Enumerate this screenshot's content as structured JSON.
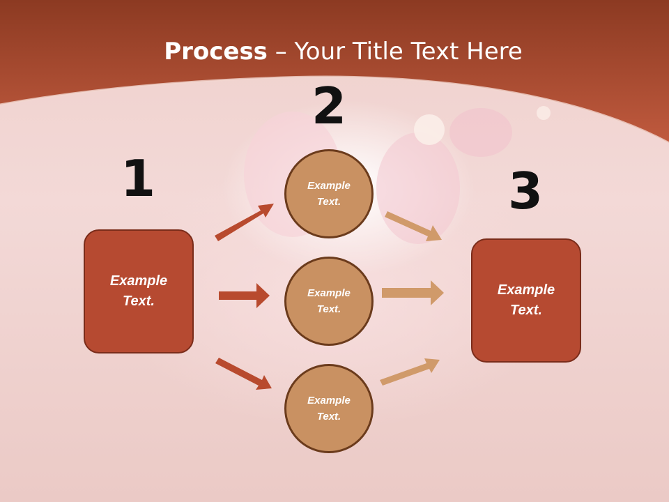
{
  "slide": {
    "title_bold": "Process",
    "title_rest": " – Your Title Text Here"
  },
  "steps": {
    "one": "1",
    "two": "2",
    "three": "3"
  },
  "left_box": {
    "label": "Example Text."
  },
  "right_box": {
    "label": "Example Text."
  },
  "circles": [
    {
      "label": "Example Text."
    },
    {
      "label": "Example Text."
    },
    {
      "label": "Example Text."
    }
  ],
  "colors": {
    "header": "#b5523a",
    "box_fill": "#b64a31",
    "circle_fill": "#c99162",
    "arrow_dark": "#b84a2e",
    "arrow_light": "#d09a6a"
  }
}
